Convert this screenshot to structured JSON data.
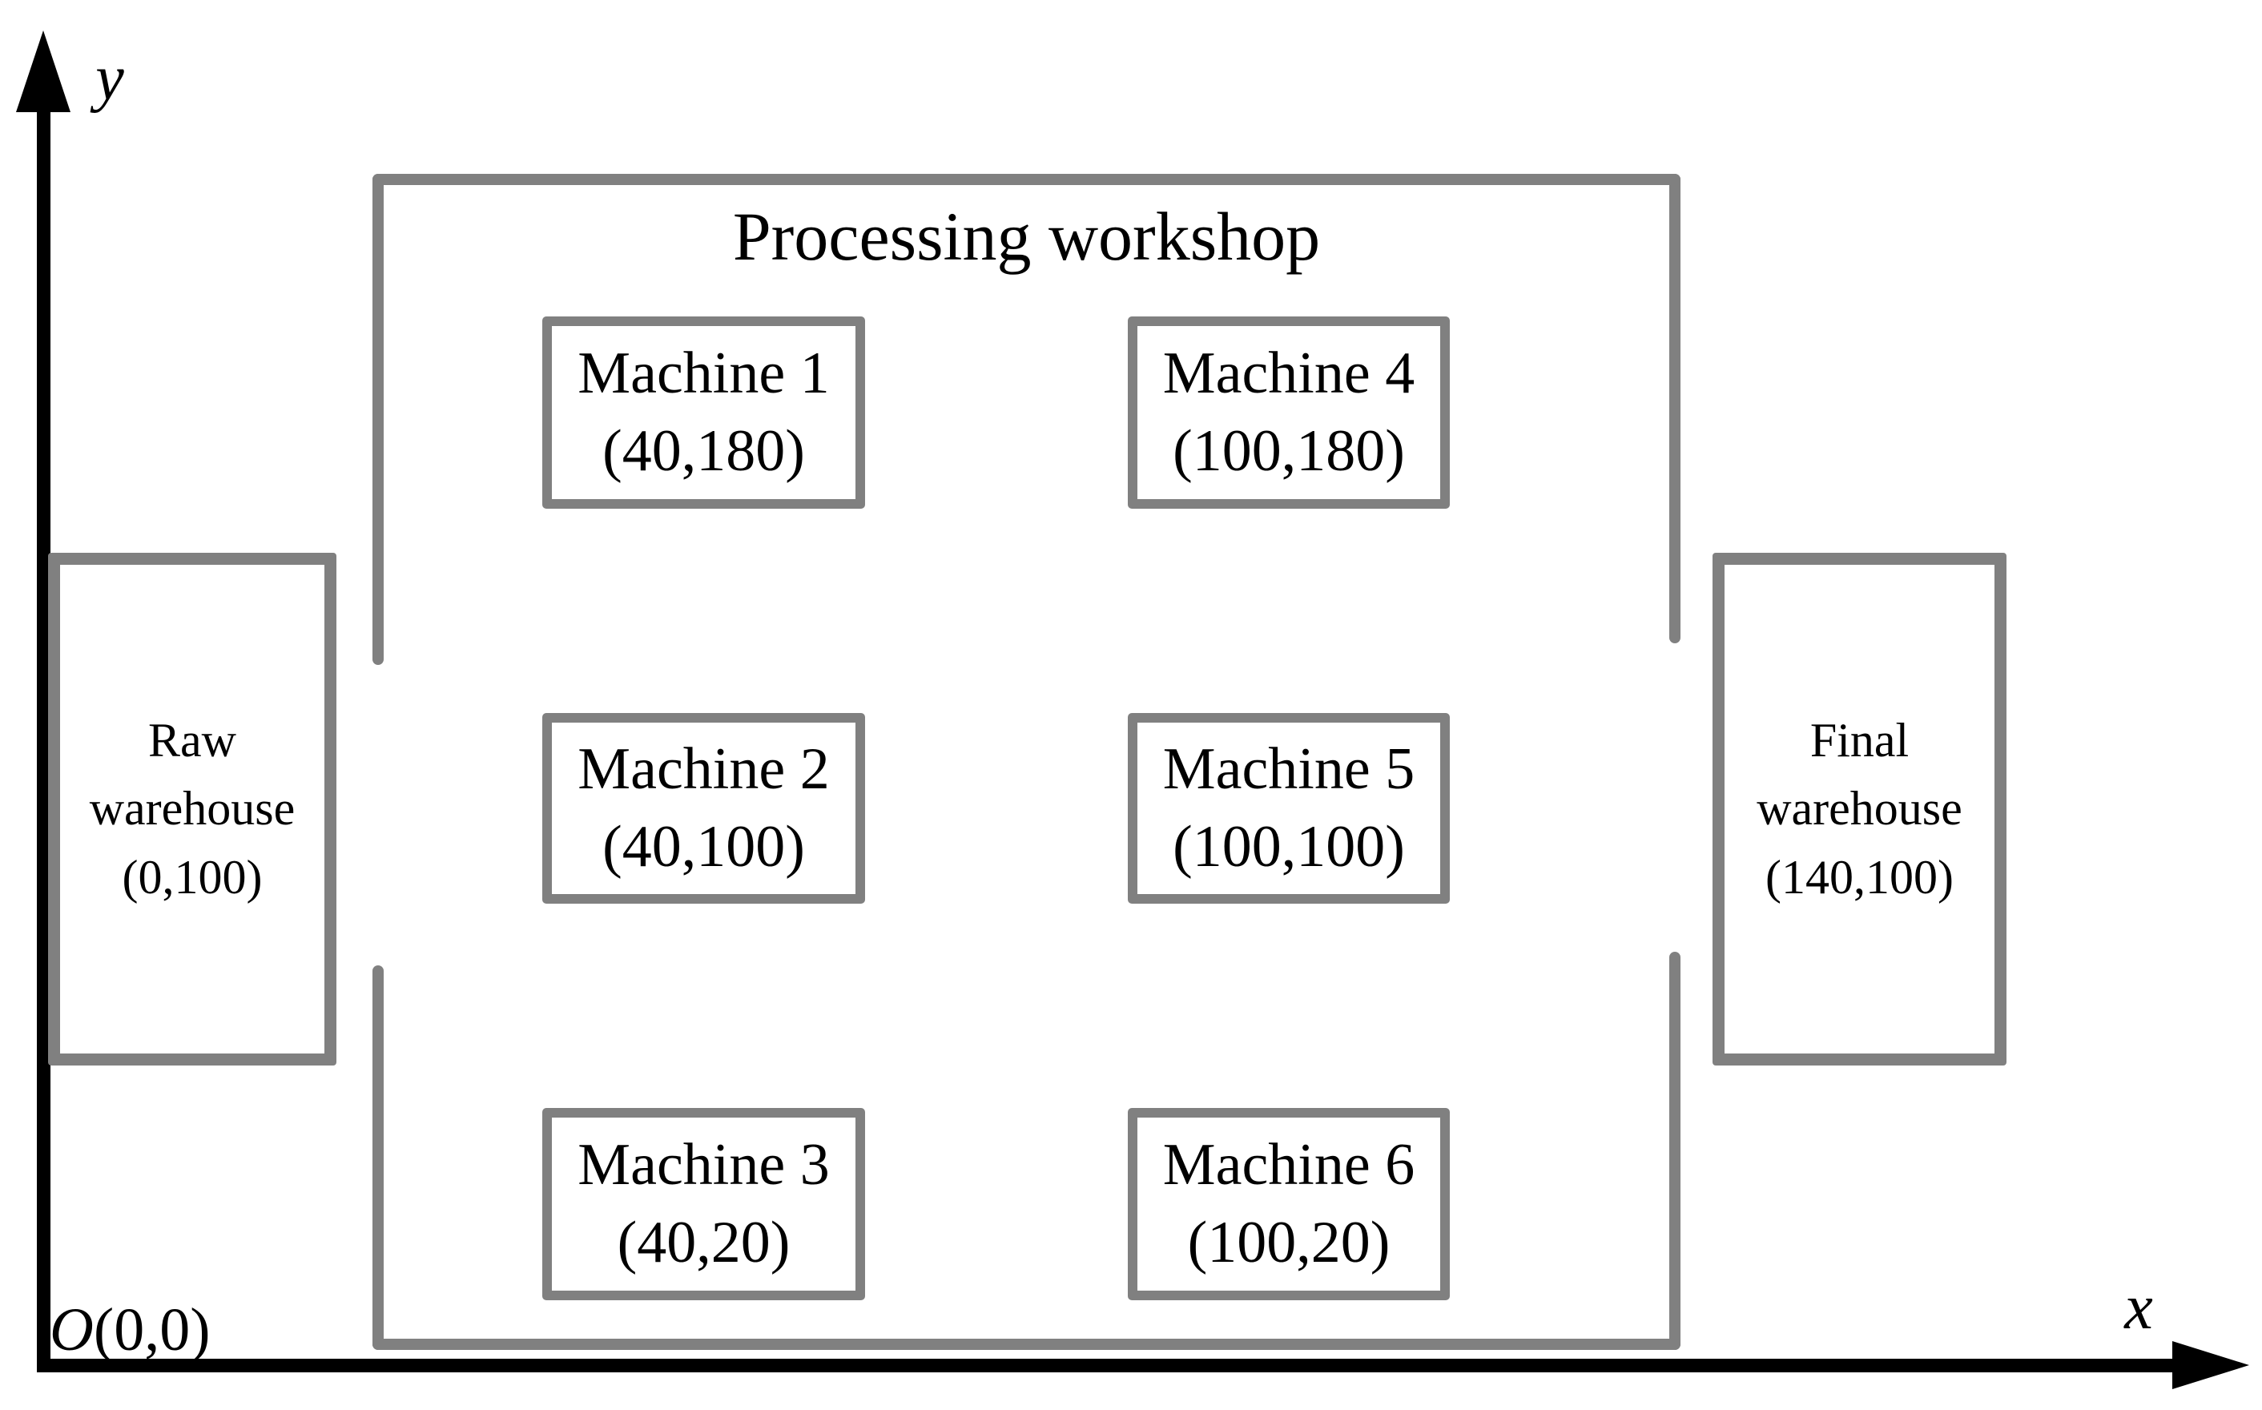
{
  "colors": {
    "wall_gray": "#808080",
    "ink": "#000000",
    "background": "#ffffff"
  },
  "workshop": {
    "title": "Processing workshop"
  },
  "axes": {
    "x_label": "x",
    "y_label": "y",
    "origin_point": "O",
    "origin_coords": "(0,0)"
  },
  "machines": [
    {
      "name": "Machine 1",
      "coords": "(40,180)"
    },
    {
      "name": "Machine 2",
      "coords": "(40,100)"
    },
    {
      "name": "Machine 3",
      "coords": "(40,20)"
    },
    {
      "name": "Machine 4",
      "coords": "(100,180)"
    },
    {
      "name": "Machine 5",
      "coords": "(100,100)"
    },
    {
      "name": "Machine 6",
      "coords": "(100,20)"
    }
  ],
  "warehouses": {
    "raw": {
      "line1": "Raw",
      "line2": "warehouse",
      "coords": "(0,100)"
    },
    "final": {
      "line1": "Final",
      "line2": "warehouse",
      "coords": "(140,100)"
    }
  }
}
